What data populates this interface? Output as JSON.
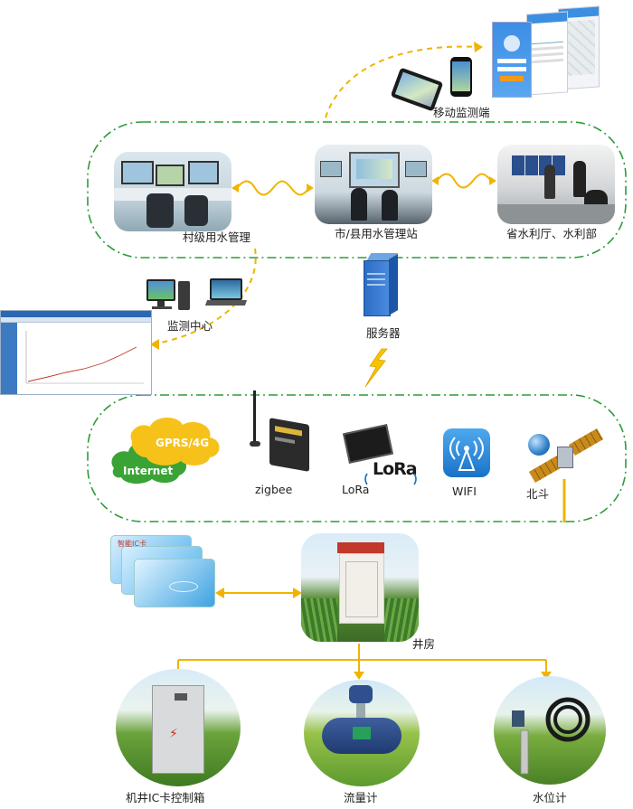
{
  "nodes": {
    "mobile": "移动监测端",
    "village": "村级用水管理",
    "city": "市/县用水管理站",
    "province": "省水利厅、水利部",
    "monitor_center": "监测中心",
    "server": "服务器",
    "well_house": "井房",
    "ic_box": "机井IC卡控制箱",
    "flowmeter": "流量计",
    "water_level": "水位计"
  },
  "network": {
    "cloud_top": "GPRS/4G",
    "cloud_bottom": "Internet",
    "zigbee": "zigbee",
    "lora": "LoRa",
    "lora_logo": "LoRa",
    "wifi": "WIFI",
    "beidou": "北斗"
  },
  "ic_card": {
    "text": "智能IC卡"
  },
  "colors": {
    "green_dash": "#2e9b3a",
    "yellow": "#f0b400",
    "cloud_yellow": "#f6c21a",
    "cloud_green": "#3aa335"
  }
}
